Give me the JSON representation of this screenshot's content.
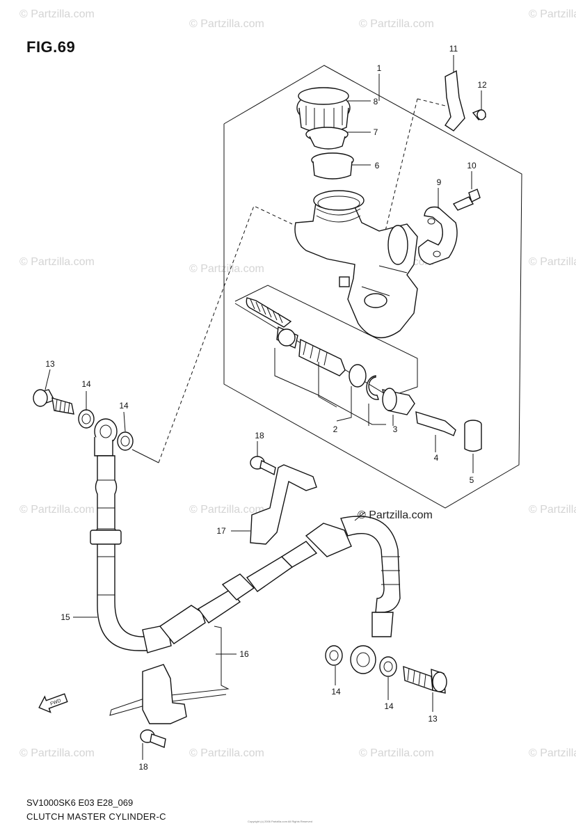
{
  "figure": {
    "title": "FIG.69",
    "model_code": "SV1000SK6 E03 E28_069",
    "caption": "CLUTCH MASTER CYLINDER-C",
    "fwd_label": "FWD",
    "brand": "Partzilla.com",
    "copyright_notice": "Copyright (c) 2006 Partzilla.com All Rights Reserved"
  },
  "watermark": {
    "text": "Partzilla.com",
    "color": "#d4d4d4"
  },
  "callouts": [
    "1",
    "2",
    "3",
    "4",
    "5",
    "6",
    "7",
    "8",
    "9",
    "10",
    "11",
    "12",
    "13",
    "14",
    "14",
    "14",
    "14",
    "13",
    "15",
    "16",
    "17",
    "18",
    "18"
  ]
}
